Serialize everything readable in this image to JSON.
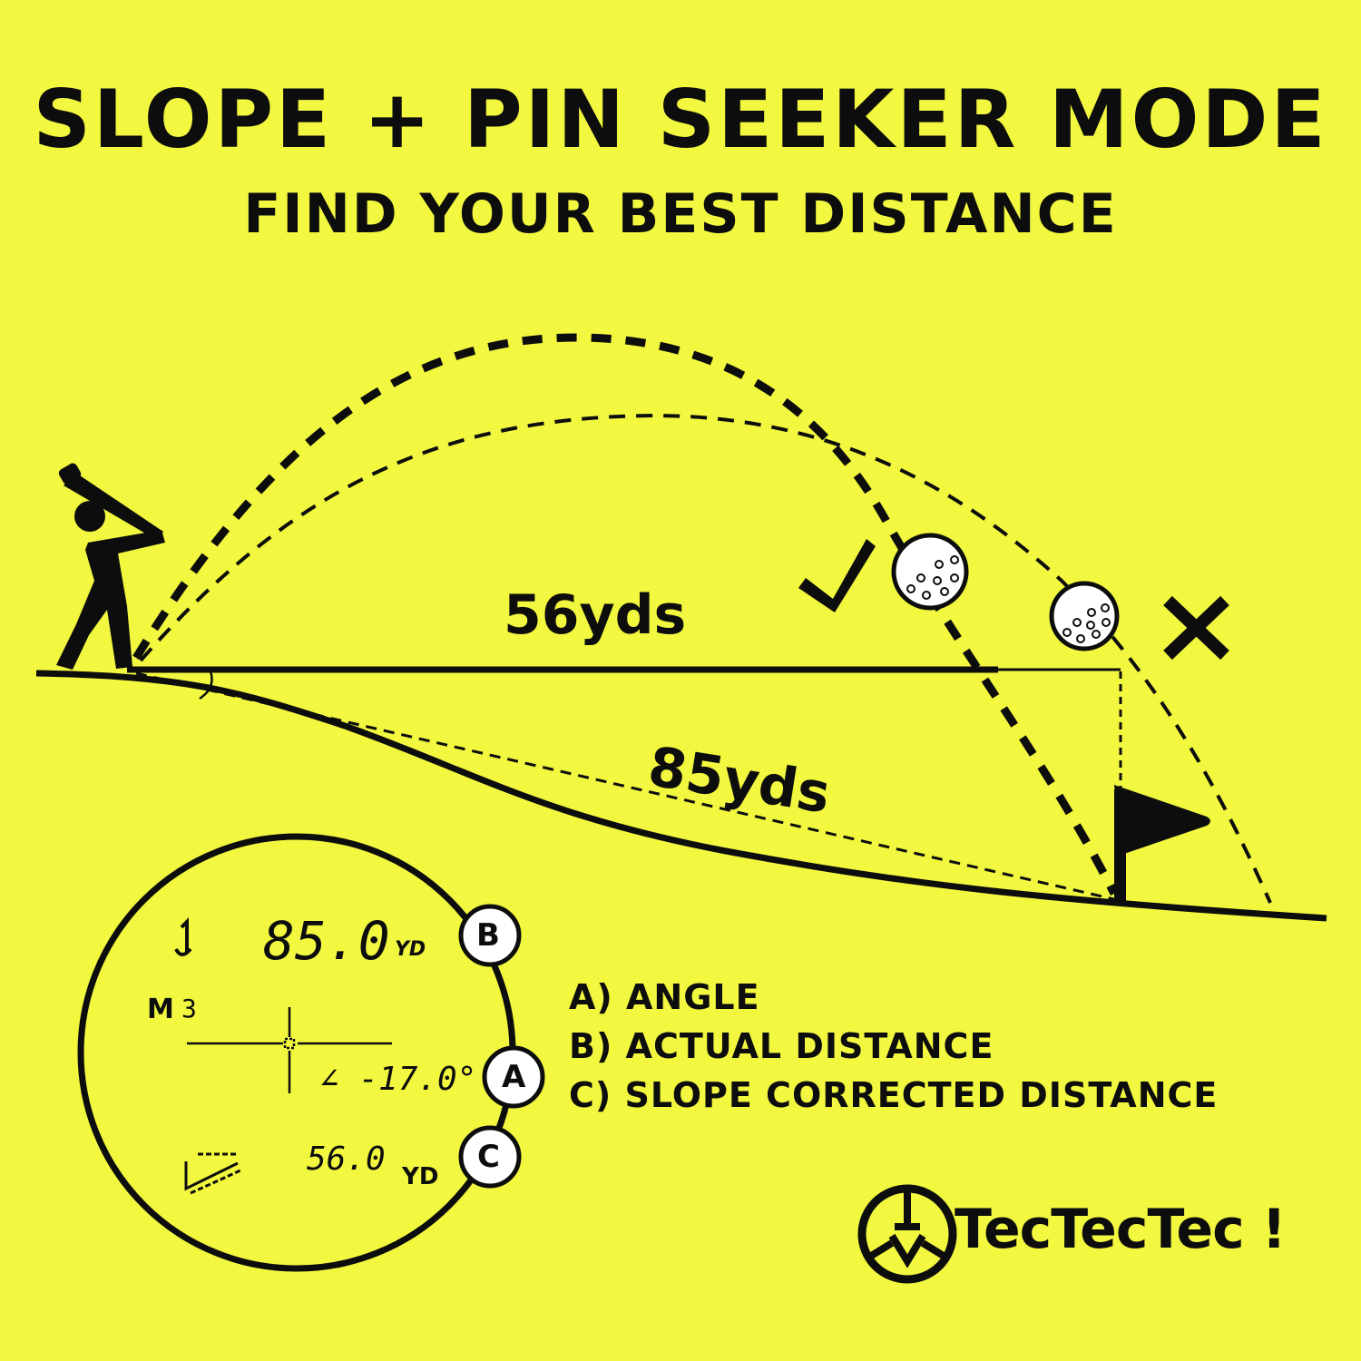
{
  "header": {
    "title": "SLOPE + PIN SEEKER MODE",
    "subtitle": "FIND YOUR BEST DISTANCE"
  },
  "diagram": {
    "horizontal_distance_label": "56yds",
    "actual_distance_label": "85yds",
    "check_icon": "check-mark",
    "cross_icon": "x-mark",
    "colors": {
      "background": "#f2f83f",
      "ink": "#0d0d0d",
      "ball": "#ffffff"
    }
  },
  "rangefinder_display": {
    "actual_distance_value": "85.0",
    "actual_distance_unit": "YD",
    "mode": "M",
    "mode_number": "3",
    "angle_value": "∠ -17.0°",
    "slope_distance_value": "56.0",
    "slope_distance_unit": "YD",
    "badges": {
      "a": "A",
      "b": "B",
      "c": "C"
    }
  },
  "legend": {
    "items": [
      {
        "label": "A) ANGLE"
      },
      {
        "label": "B) ACTUAL DISTANCE"
      },
      {
        "label": "C) SLOPE CORRECTED DISTANCE"
      }
    ]
  },
  "brand": {
    "name": "TecTecTec !"
  }
}
